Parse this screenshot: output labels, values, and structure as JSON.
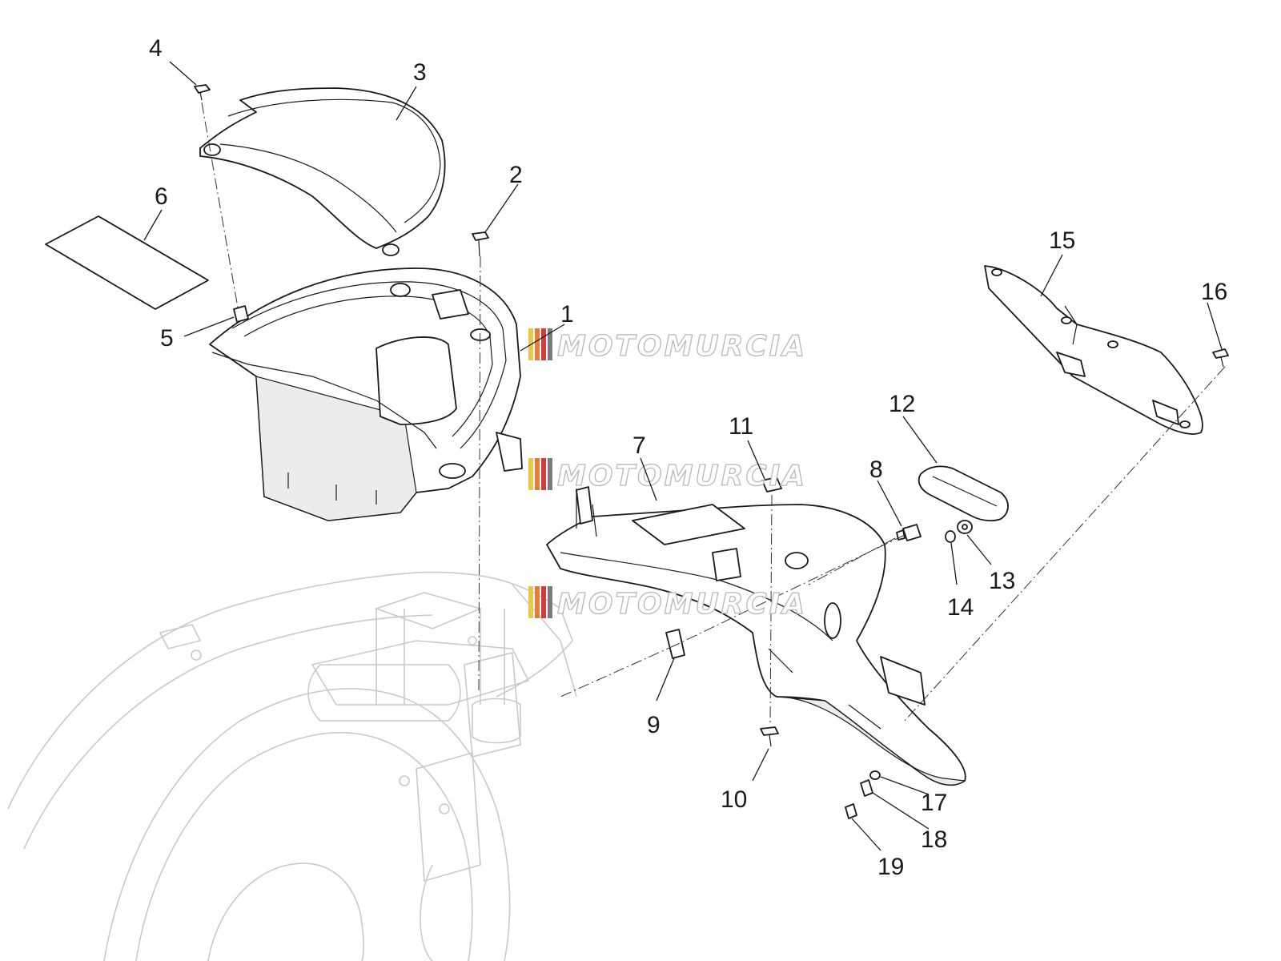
{
  "watermark": {
    "text": "MOTOMURCIA",
    "stripe_colors": [
      "#e8c84a",
      "#e87a3a",
      "#d23c3c",
      "#7c7c7c"
    ]
  },
  "callouts": [
    {
      "id": "1",
      "label": "1"
    },
    {
      "id": "2",
      "label": "2"
    },
    {
      "id": "3",
      "label": "3"
    },
    {
      "id": "4",
      "label": "4"
    },
    {
      "id": "5",
      "label": "5"
    },
    {
      "id": "6",
      "label": "6"
    },
    {
      "id": "7",
      "label": "7"
    },
    {
      "id": "8",
      "label": "8"
    },
    {
      "id": "9",
      "label": "9"
    },
    {
      "id": "10",
      "label": "10"
    },
    {
      "id": "11",
      "label": "11"
    },
    {
      "id": "12",
      "label": "12"
    },
    {
      "id": "13",
      "label": "13"
    },
    {
      "id": "14",
      "label": "14"
    },
    {
      "id": "15",
      "label": "15"
    },
    {
      "id": "16",
      "label": "16"
    },
    {
      "id": "17",
      "label": "17"
    },
    {
      "id": "18",
      "label": "18"
    },
    {
      "id": "19",
      "label": "19"
    }
  ]
}
